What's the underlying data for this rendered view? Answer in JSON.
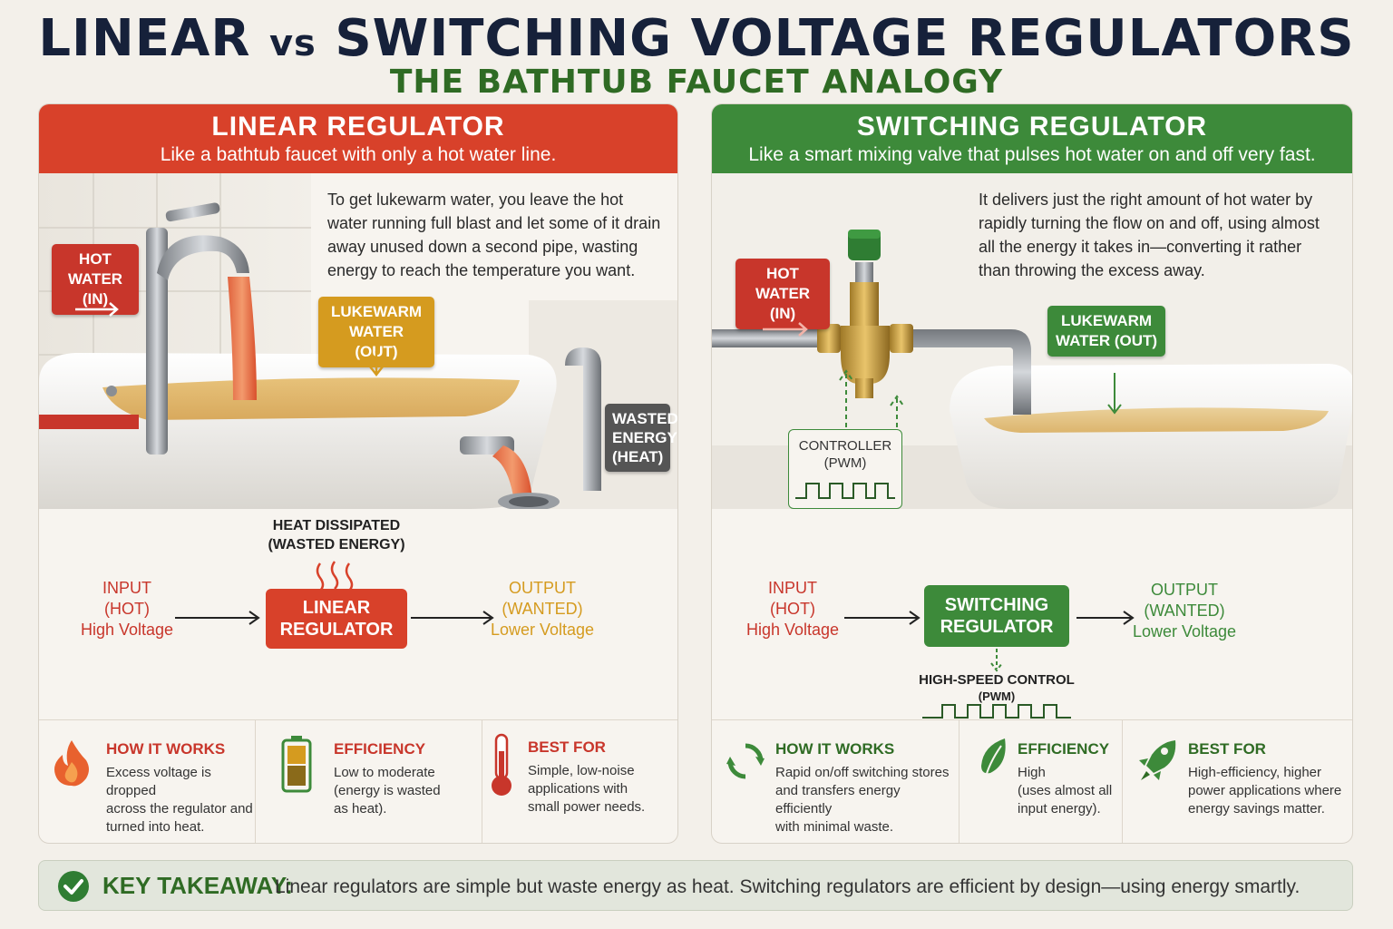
{
  "header": {
    "title_a": "LINEAR",
    "title_vs": "vs",
    "title_b": "SWITCHING VOLTAGE REGULATORS",
    "subtitle": "THE BATHTUB FAUCET ANALOGY"
  },
  "linear": {
    "title": "LINEAR REGULATOR",
    "tagline": "Like a bathtub faucet with only a hot water line.",
    "desc": "To get lukewarm water, you leave the hot water running full blast and let some of it drain away unused down a second pipe, wasting energy to reach the temperature you want.",
    "tag_in": "HOT WATER\n(IN)",
    "tag_out": "LUKEWARM\nWATER (OUT)",
    "tag_waste": "WASTED\nENERGY\n(HEAT)",
    "heat_label": "HEAT DISSIPATED\n(WASTED ENERGY)",
    "input_label": "INPUT\n(HOT)",
    "input_sub": "High Voltage",
    "box_label": "LINEAR\nREGULATOR",
    "output_label": "OUTPUT\n(WANTED)",
    "output_sub": "Lower Voltage",
    "info": [
      {
        "icon": "flame-icon",
        "head": "HOW IT WORKS",
        "body": "Excess voltage is dropped\nacross the regulator and\nturned into heat."
      },
      {
        "icon": "battery-icon",
        "head": "EFFICIENCY",
        "body": "Low to moderate\n(energy is wasted\nas heat)."
      },
      {
        "icon": "thermometer-icon",
        "head": "BEST FOR",
        "body": "Simple, low-noise\napplications with\nsmall power needs."
      }
    ]
  },
  "switching": {
    "title": "SWITCHING REGULATOR",
    "tagline": "Like a smart mixing valve that pulses hot water on and off very fast.",
    "desc": "It delivers just the right amount of hot water by rapidly turning the flow on and off, using almost all the energy it takes in—converting it rather than throwing the excess away.",
    "tag_in": "HOT WATER\n(IN)",
    "tag_out": "LUKEWARM\nWATER (OUT)",
    "controller": "CONTROLLER\n(PWM)",
    "input_label": "INPUT\n(HOT)",
    "input_sub": "High Voltage",
    "box_label": "SWITCHING\nREGULATOR",
    "output_label": "OUTPUT\n(WANTED)",
    "output_sub": "Lower Voltage",
    "control_label": "HIGH-SPEED CONTROL",
    "control_sub": "(PWM)",
    "info": [
      {
        "icon": "cycle-arrows-icon",
        "head": "HOW IT WORKS",
        "body": "Rapid on/off switching stores\nand transfers energy efficiently\nwith minimal waste."
      },
      {
        "icon": "leaf-icon",
        "head": "EFFICIENCY",
        "body": "High\n(uses almost all\ninput energy)."
      },
      {
        "icon": "rocket-icon",
        "head": "BEST FOR",
        "body": "High-efficiency, higher\npower applications where\nenergy savings matter."
      }
    ]
  },
  "takeaway": {
    "label": "KEY TAKEAWAY:",
    "text": "Linear regulators are simple but waste energy as heat. Switching regulators are efficient by design—using energy smartly."
  },
  "colors": {
    "linear_accent": "#d8412a",
    "switching_accent": "#3d8a3a",
    "output_amber": "#d59b1f",
    "title_navy": "#16213a"
  }
}
